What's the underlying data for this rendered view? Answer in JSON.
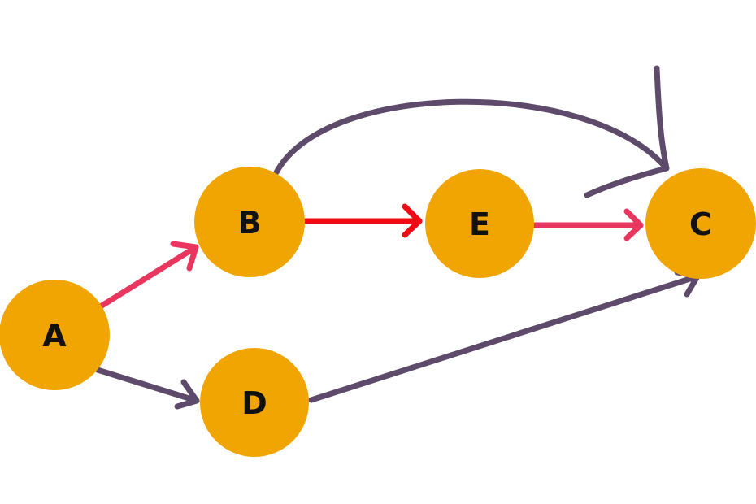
{
  "diagram": {
    "colors": {
      "node_fill": "#F0A502",
      "edge_pink": "#E8365E",
      "edge_red": "#F00A14",
      "edge_purple": "#5E4A6A"
    },
    "nodes": {
      "A": {
        "label": "A"
      },
      "B": {
        "label": "B"
      },
      "C": {
        "label": "C"
      },
      "D": {
        "label": "D"
      },
      "E": {
        "label": "E"
      }
    },
    "edges": [
      {
        "from": "A",
        "to": "B",
        "color": "pink"
      },
      {
        "from": "B",
        "to": "E",
        "color": "red"
      },
      {
        "from": "E",
        "to": "C",
        "color": "pink"
      },
      {
        "from": "A",
        "to": "D",
        "color": "purple"
      },
      {
        "from": "D",
        "to": "C",
        "color": "purple"
      },
      {
        "from": "B",
        "to": "C",
        "color": "purple",
        "style": "curved"
      }
    ]
  }
}
